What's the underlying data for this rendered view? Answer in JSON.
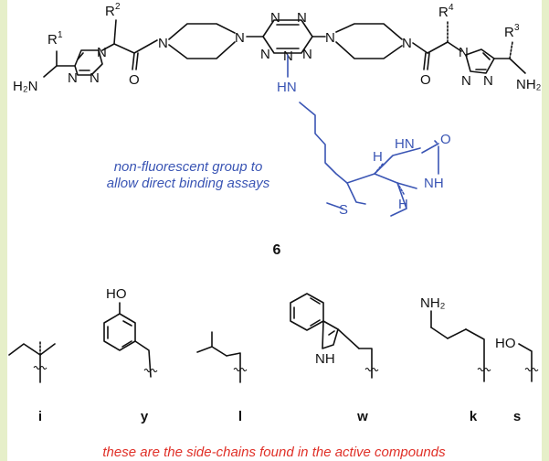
{
  "figure": {
    "compound_number": "6",
    "annotation": [
      "non-fluorescent group to",
      "allow direct binding assays"
    ],
    "footer": "these are the side-chains found in the active compounds",
    "atoms": {
      "R1": "R",
      "R1_sup": "1",
      "R2": "R",
      "R2_sup": "2",
      "R3": "R",
      "R3_sup": "3",
      "R4": "R",
      "R4_sup": "4",
      "H2N": "H₂N",
      "NH2": "NH₂",
      "N": "N",
      "O": "O",
      "HN": "HN",
      "NH": "NH",
      "S": "S",
      "H": "H",
      "HO": "HO",
      "NH2_k": "NH₂"
    },
    "sidechains": [
      {
        "letter": "i"
      },
      {
        "letter": "y"
      },
      {
        "letter": "l"
      },
      {
        "letter": "w"
      },
      {
        "letter": "k"
      },
      {
        "letter": "s"
      }
    ]
  },
  "colors": {
    "frame": "#e6efc9",
    "blue": "#3a55b4",
    "red": "#e03028"
  }
}
